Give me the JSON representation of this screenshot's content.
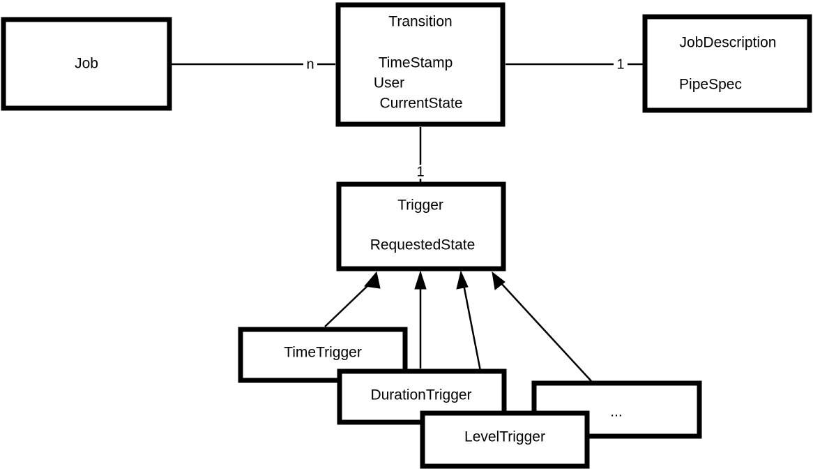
{
  "diagram": {
    "type": "uml-class-diagram",
    "background_color": "#ffffff",
    "stroke_color": "#000000",
    "classes": {
      "job": {
        "title": "Job",
        "attributes": []
      },
      "transition": {
        "title": "Transition",
        "attributes": [
          "TimeStamp",
          "User",
          "CurrentState"
        ]
      },
      "job_description": {
        "title": "JobDescription",
        "attributes": [
          "PipeSpec"
        ]
      },
      "trigger": {
        "title": "Trigger",
        "attributes": [
          "RequestedState"
        ]
      },
      "time_trigger": {
        "title": "TimeTrigger",
        "attributes": []
      },
      "duration_trigger": {
        "title": "DurationTrigger",
        "attributes": []
      },
      "level_trigger": {
        "title": "LevelTrigger",
        "attributes": []
      },
      "more_triggers": {
        "title": "...",
        "attributes": []
      }
    },
    "associations": [
      {
        "from": "job",
        "to": "transition",
        "multiplicity_label": "n"
      },
      {
        "from": "transition",
        "to": "job_description",
        "multiplicity_label": "1"
      },
      {
        "from": "transition",
        "to": "trigger",
        "multiplicity_label": "1"
      }
    ],
    "generalizations": [
      {
        "from": "time_trigger",
        "to": "trigger"
      },
      {
        "from": "duration_trigger",
        "to": "trigger"
      },
      {
        "from": "level_trigger",
        "to": "trigger"
      },
      {
        "from": "more_triggers",
        "to": "trigger"
      }
    ]
  }
}
